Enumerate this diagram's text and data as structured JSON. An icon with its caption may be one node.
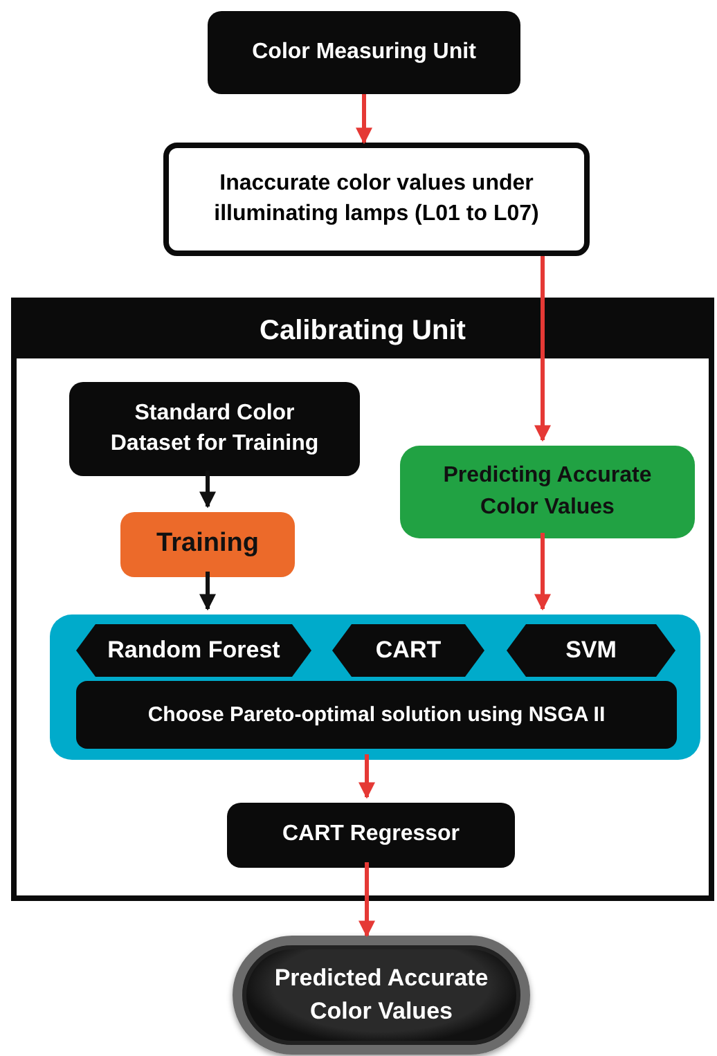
{
  "diagram": {
    "nodes": [
      {
        "text": [
          "Color Measuring Unit"
        ]
      },
      {
        "text": [
          "Inaccurate color values under illuminating lamps (L01 to L07)"
        ]
      },
      {
        "text": [
          "Calibrating Unit"
        ]
      },
      {
        "text": [
          "Standard Color Dataset for Training"
        ],
        "in": 2
      },
      {
        "text": [
          "Training"
        ],
        "in": 2
      },
      {
        "text": [
          "Predicting Accurate Color Values"
        ],
        "in": 2
      },
      {
        "text": [],
        "shape": "box",
        "in": 2
      },
      {
        "text": [
          "Random Forest"
        ],
        "in": 6
      },
      {
        "text": [
          "CART"
        ],
        "in": 6
      },
      {
        "text": [
          "SVM"
        ],
        "in": 6
      },
      {
        "text": [
          "Choose Pareto-optimal solution  using NSGA II"
        ],
        "in": 6
      },
      {
        "text": [
          "CART Regressor"
        ],
        "in": 2
      },
      {
        "text": [
          "Predicted Accurate Color Values"
        ]
      }
    ],
    "edges": [
      {
        "from": 0,
        "to": 1,
        "arrow": "to"
      },
      {
        "from": 1,
        "to": 5,
        "arrow": "to"
      },
      {
        "from": 3,
        "to": 4,
        "arrow": "to",
        "color": "#111111"
      },
      {
        "from": 4,
        "to": 6,
        "arrow": "to",
        "color": "#111111"
      },
      {
        "from": 5,
        "to": 6,
        "arrow": "to"
      },
      {
        "from": 6,
        "to": 11,
        "arrow": "to"
      },
      {
        "from": 11,
        "to": 12,
        "arrow": "to"
      }
    ]
  }
}
